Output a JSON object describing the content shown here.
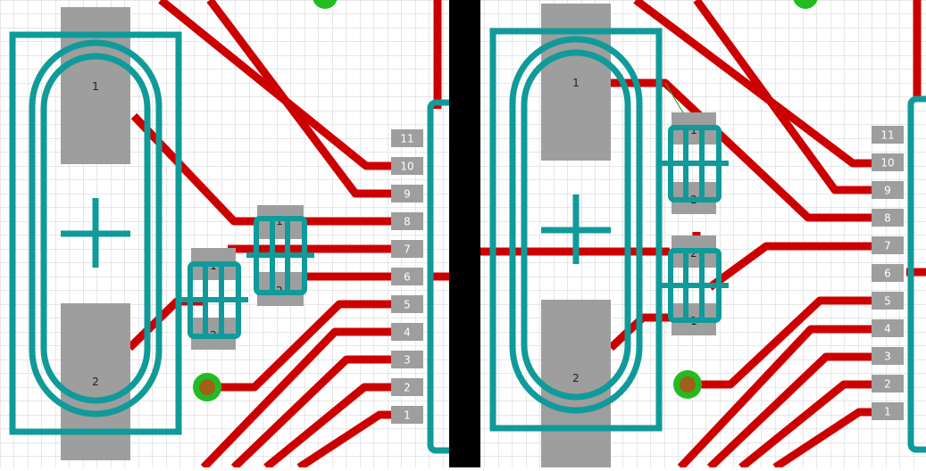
{
  "colors": {
    "background": "#ffffff",
    "grid": "#cfcfcf",
    "trace": "#cc0000",
    "silkscreen": "#109a9a",
    "pad": "#9e9e9e",
    "pad_text": "#ffffff",
    "via_ring": "#22bb22",
    "via_hole": "#a0601a",
    "divider": "#000000",
    "ratsnest": "#33aa33"
  },
  "panels": [
    {
      "crystal": {
        "pad1_label": "1",
        "pad2_label": "2"
      },
      "cap_a": {
        "pad1_label": "1",
        "pad2_label": "2"
      },
      "cap_b": {
        "pad1_label": "1",
        "pad2_label": "2"
      },
      "connector_labels": [
        "11",
        "10",
        "9",
        "8",
        "7",
        "6",
        "5",
        "4",
        "3",
        "2",
        "1"
      ]
    },
    {
      "crystal": {
        "pad1_label": "1",
        "pad2_label": "2"
      },
      "cap_a": {
        "pad1_label": "1",
        "pad2_label": "2"
      },
      "cap_b": {
        "pad1_label": "2",
        "pad2_label": "1"
      },
      "connector_labels": [
        "11",
        "10",
        "9",
        "8",
        "7",
        "6",
        "5",
        "4",
        "3",
        "2",
        "1"
      ]
    }
  ]
}
